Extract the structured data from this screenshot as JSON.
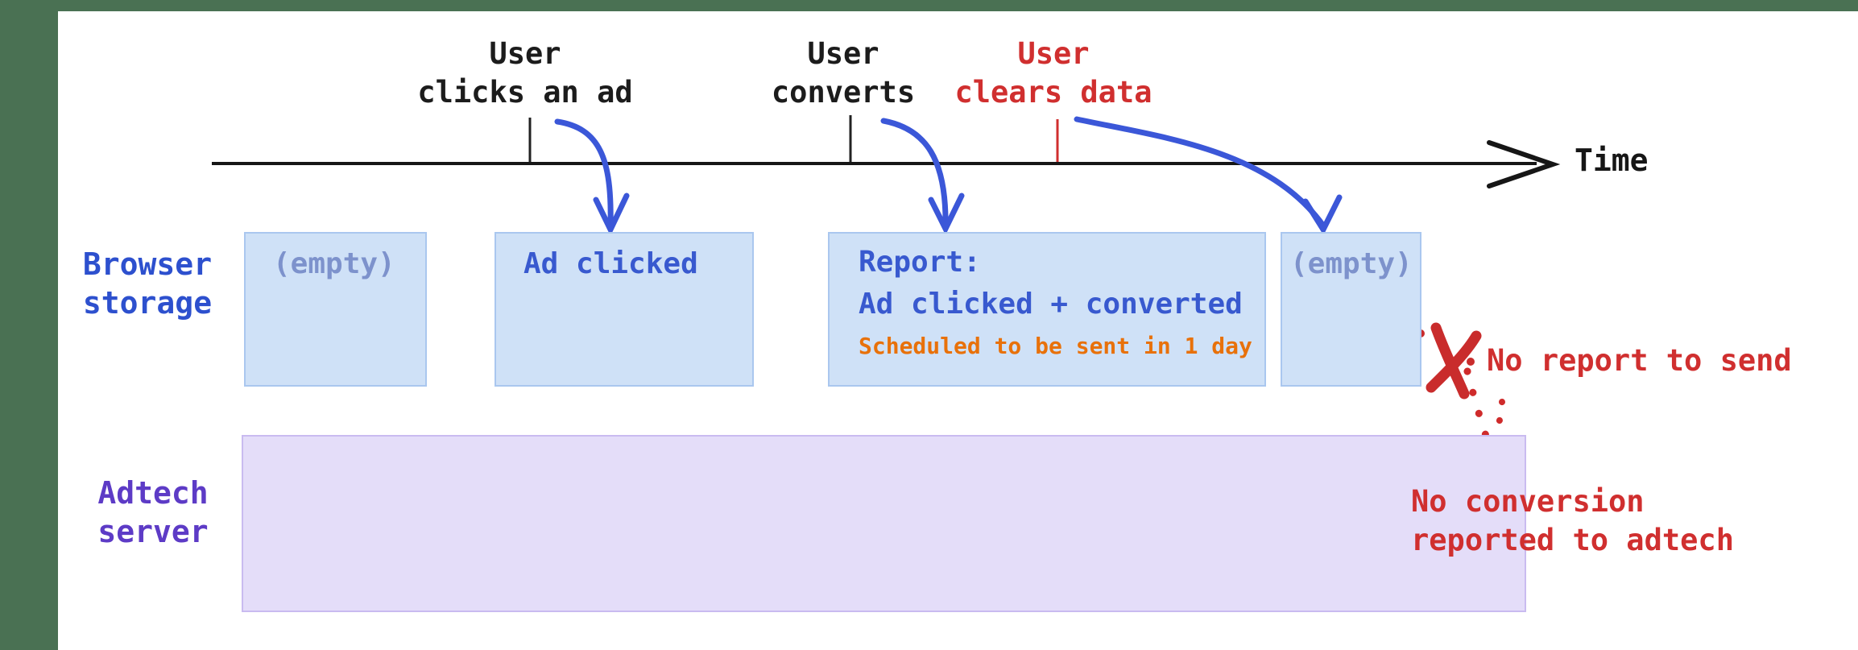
{
  "timeline": {
    "axis_label": "Time",
    "events": [
      {
        "line1": "User",
        "line2": "clicks an ad"
      },
      {
        "line1": "User",
        "line2": "converts"
      },
      {
        "line1": "User",
        "line2": "clears data"
      }
    ]
  },
  "browser_storage": {
    "label_line1": "Browser",
    "label_line2": "storage",
    "boxes": [
      {
        "text": "(empty)"
      },
      {
        "text": "Ad clicked"
      },
      {
        "title": "Report:",
        "subtitle": "Ad clicked + converted",
        "note": "Scheduled to be sent in 1 day"
      },
      {
        "text": "(empty)"
      }
    ]
  },
  "adtech_server": {
    "label_line1": "Adtech",
    "label_line2": "server"
  },
  "annotations": {
    "no_report": "No report to send",
    "no_conversion_line1": "No conversion",
    "no_conversion_line2": "reported to adtech"
  },
  "colors": {
    "frame_green": "#4a7153",
    "blue_arrow": "#3b57d8",
    "storage_box_fill": "#cfe1f7",
    "storage_box_border": "#aac7ef",
    "storage_text_blue": "#3859cf",
    "storage_text_muted": "#7d92cc",
    "report_note_orange": "#e8710a",
    "browser_label_blue": "#2d50ce",
    "adtech_label_purple": "#5d3bc6",
    "adtech_box_fill": "#e4ddf9",
    "alert_red": "#d02f2f"
  }
}
